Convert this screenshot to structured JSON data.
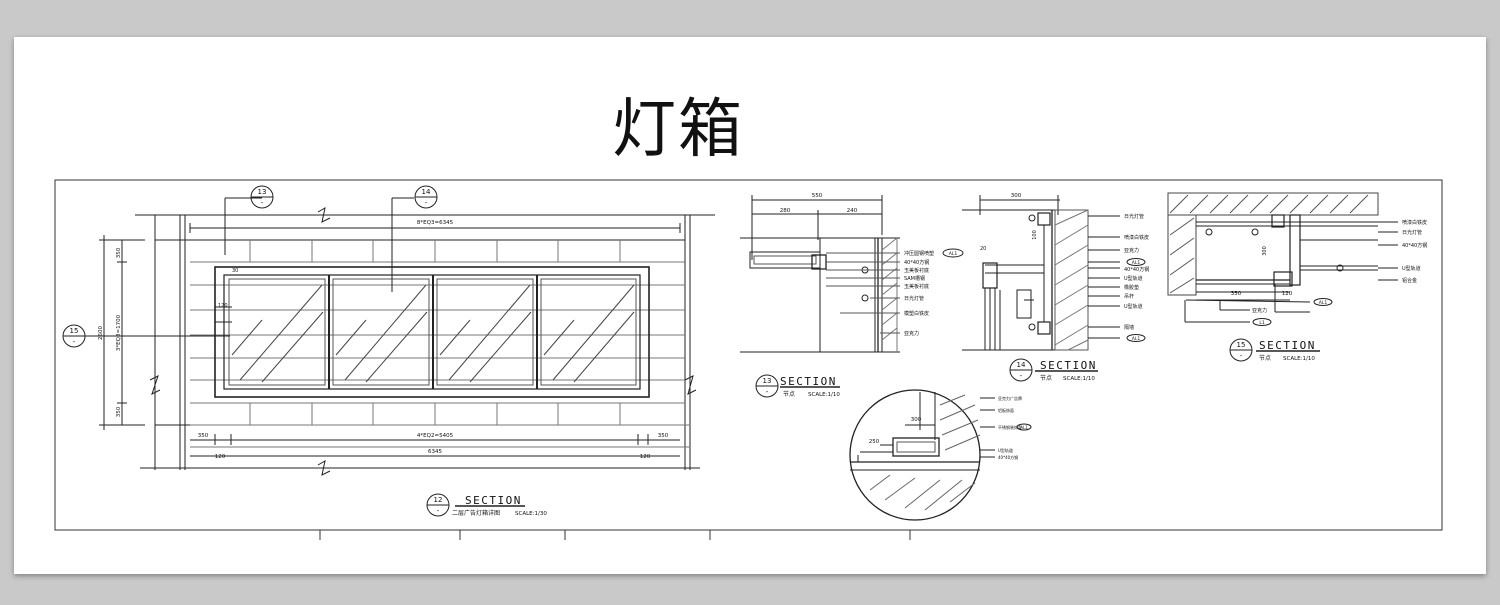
{
  "title": "灯箱",
  "elevation": {
    "bubble_top_left": "13",
    "bubble_top_right": "14",
    "bubble_side": "15",
    "bubble_dash": "-",
    "dim_top": "8*EQ3=6345",
    "dim_bottom_mid": "4*EQ2=5405",
    "dim_bottom_total": "6345",
    "dim_left": "350",
    "dim_right": "350",
    "dim_120_left": "120",
    "dim_120_right": "120",
    "dim_v_top": "350",
    "dim_v_total": "2600",
    "dim_v_mid": "3*EQ3=1700",
    "dim_v_bottom": "350",
    "dim_inner_120": "120",
    "dim_inner_30": "30",
    "section_num": "12",
    "section_word": "SECTION",
    "section_desc": "二层广告灯箱详图",
    "section_scale": "SCALE:1/30"
  },
  "section13": {
    "dim_550": "550",
    "dim_280": "280",
    "dim_240": "240",
    "labels": [
      "冲压圆钢喷塑",
      "40*40方钢",
      "玉美板衬底",
      "SAM槽钢",
      "玉美板衬底",
      "日光灯管",
      "模塑白铁皮",
      "亚克力"
    ],
    "tag": "AL1",
    "num": "13",
    "word": "SECTION",
    "desc": "节点",
    "scale": "SCALE:1/10"
  },
  "section14": {
    "dim_300": "300",
    "dim_100": "100",
    "dim_20": "20",
    "labels": [
      "日光灯管",
      "喷漆白铁皮",
      "亚克力",
      "AL1",
      "40*40方钢",
      "U型轨道",
      "橡胶垫",
      "吊杆",
      "U型轨道",
      "隔墙",
      "AL1"
    ],
    "num": "14",
    "word": "SECTION",
    "desc": "节点",
    "scale": "SCALE:1/10"
  },
  "section15": {
    "dim_300": "300",
    "dim_350": "350",
    "dim_120": "120",
    "labels": [
      "喷漆白铁皮",
      "日光灯管",
      "40*40方钢",
      "U型轨道",
      "铝合金"
    ],
    "tag_a": "AL1",
    "label_b": "亚克力",
    "tag_c": "L1",
    "num": "15",
    "word": "SECTION",
    "desc": "节点",
    "scale": "SCALE:1/10"
  },
  "detail": {
    "dim_300": "300",
    "dim_250": "250",
    "labels": [
      "亚克力广告牌",
      "铝板饰面",
      "不锈钢装饰条",
      "U型轨道",
      "40*40方钢"
    ],
    "tag": "AL1"
  }
}
